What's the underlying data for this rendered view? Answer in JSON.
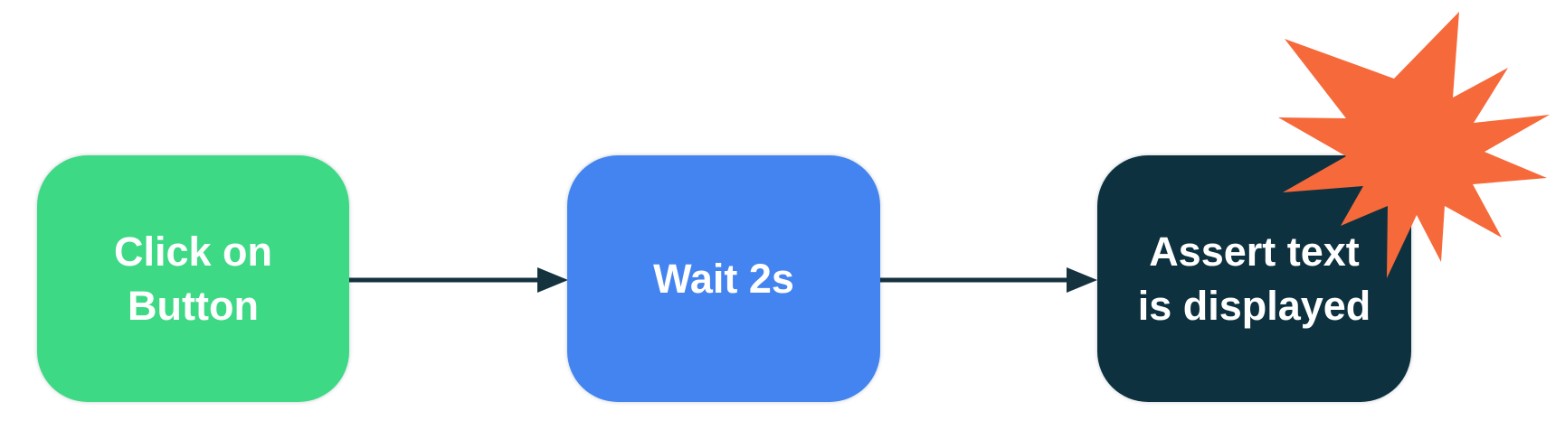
{
  "diagram": {
    "background_color": "#ffffff",
    "arrow_color": "#15323f",
    "nodes": [
      {
        "label": "Click on Button",
        "color": "#3dd985",
        "text_color": "#ffffff"
      },
      {
        "label": "Wait 2s",
        "color": "#4484f0",
        "text_color": "#ffffff"
      },
      {
        "label": "Assert text is displayed",
        "color": "#0e3140",
        "text_color": "#ffffff"
      }
    ],
    "connections": [
      {
        "from": "Click on Button",
        "to": "Wait 2s"
      },
      {
        "from": "Wait 2s",
        "to": "Assert text is displayed"
      }
    ],
    "decoration": {
      "icon": "explosion-starburst-icon",
      "color": "#f6693a"
    }
  }
}
